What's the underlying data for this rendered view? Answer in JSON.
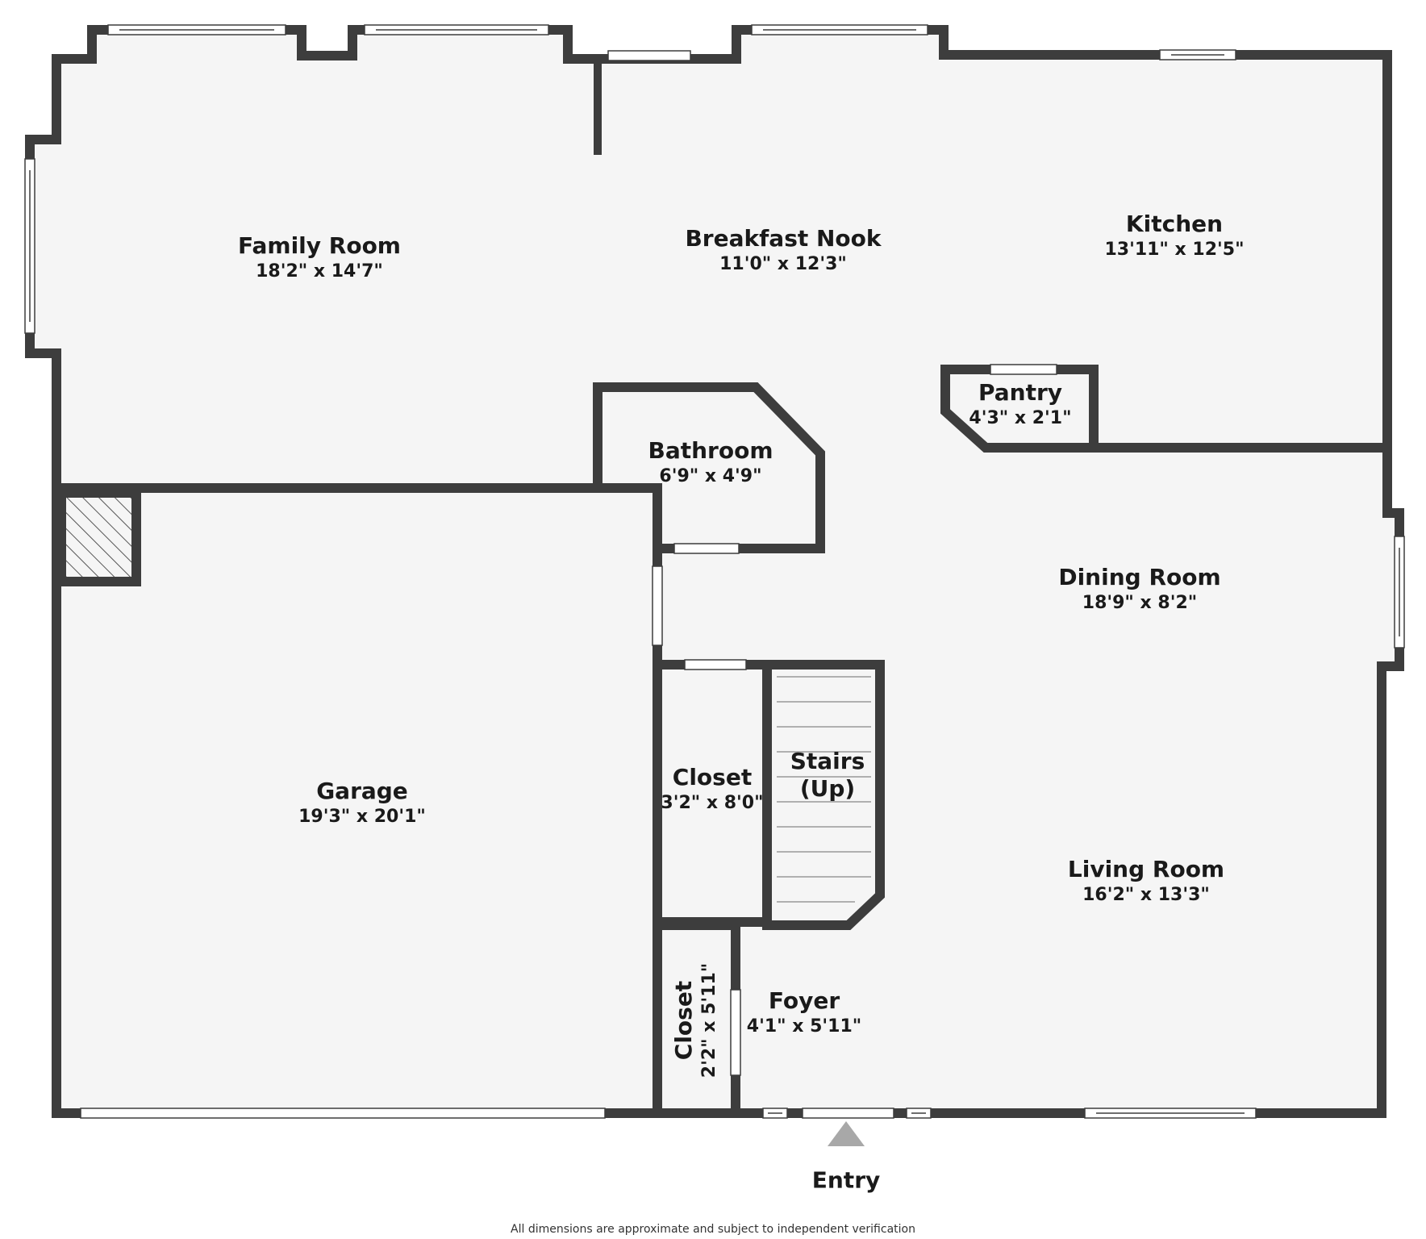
{
  "rooms": {
    "family_room": {
      "name": "Family Room",
      "dims": "18'2\" x 14'7\""
    },
    "breakfast_nook": {
      "name": "Breakfast Nook",
      "dims": "11'0\" x 12'3\""
    },
    "kitchen": {
      "name": "Kitchen",
      "dims": "13'11\" x 12'5\""
    },
    "pantry": {
      "name": "Pantry",
      "dims": "4'3\" x 2'1\""
    },
    "bathroom": {
      "name": "Bathroom",
      "dims": "6'9\" x 4'9\""
    },
    "dining_room": {
      "name": "Dining Room",
      "dims": "18'9\" x 8'2\""
    },
    "garage": {
      "name": "Garage",
      "dims": "19'3\" x 20'1\""
    },
    "closet_1": {
      "name": "Closet",
      "dims": "3'2\" x 8'0\""
    },
    "stairs": {
      "name": "Stairs",
      "sub": "(Up)"
    },
    "living_room": {
      "name": "Living Room",
      "dims": "16'2\" x 13'3\""
    },
    "foyer": {
      "name": "Foyer",
      "dims": "4'1\" x 5'11\""
    },
    "closet_2": {
      "name": "Closet",
      "dims": "2'2\" x 5'11\""
    }
  },
  "entry_label": "Entry",
  "disclaimer": "All dimensions are approximate and subject to independent verification",
  "colors": {
    "wall": "#3d3d3d",
    "floor": "#f5f5f5",
    "entry_arrow": "#a8a8a8",
    "hatch": "#555555"
  }
}
